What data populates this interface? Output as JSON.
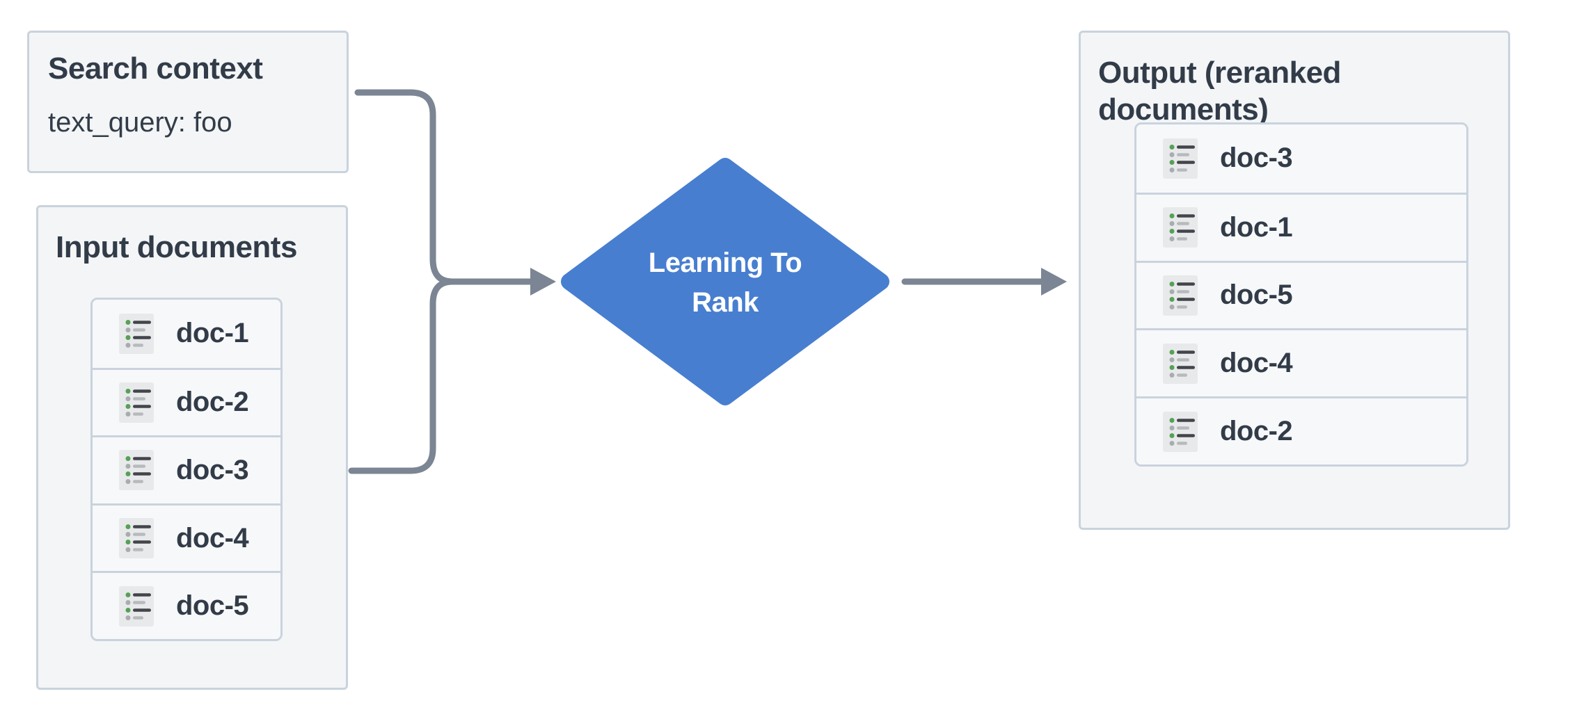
{
  "colors": {
    "diamond-blue": "#477ed0",
    "arrow-gray": "#7b8593",
    "panel-border": "#c9d3dd",
    "panel-bg": "#f3f5f7",
    "card-bg": "#f7f8fa",
    "text-dark": "#323c48",
    "icon-bg": "#e8e9eb",
    "icon-line-dark": "#42464a",
    "icon-line-light": "#b7babd",
    "bullet-green": "#55a155",
    "bullet-gray": "#a9acaf",
    "diamond-text": "#ffffff"
  },
  "search_context": {
    "title": "Search context",
    "body": "text_query: foo"
  },
  "input_documents": {
    "title": "Input documents",
    "items": [
      "doc-1",
      "doc-2",
      "doc-3",
      "doc-4",
      "doc-5"
    ]
  },
  "process": {
    "line1": "Learning To",
    "line2": "Rank"
  },
  "output_documents": {
    "title": "Output (reranked documents)",
    "items": [
      "doc-3",
      "doc-1",
      "doc-5",
      "doc-4",
      "doc-2"
    ]
  }
}
